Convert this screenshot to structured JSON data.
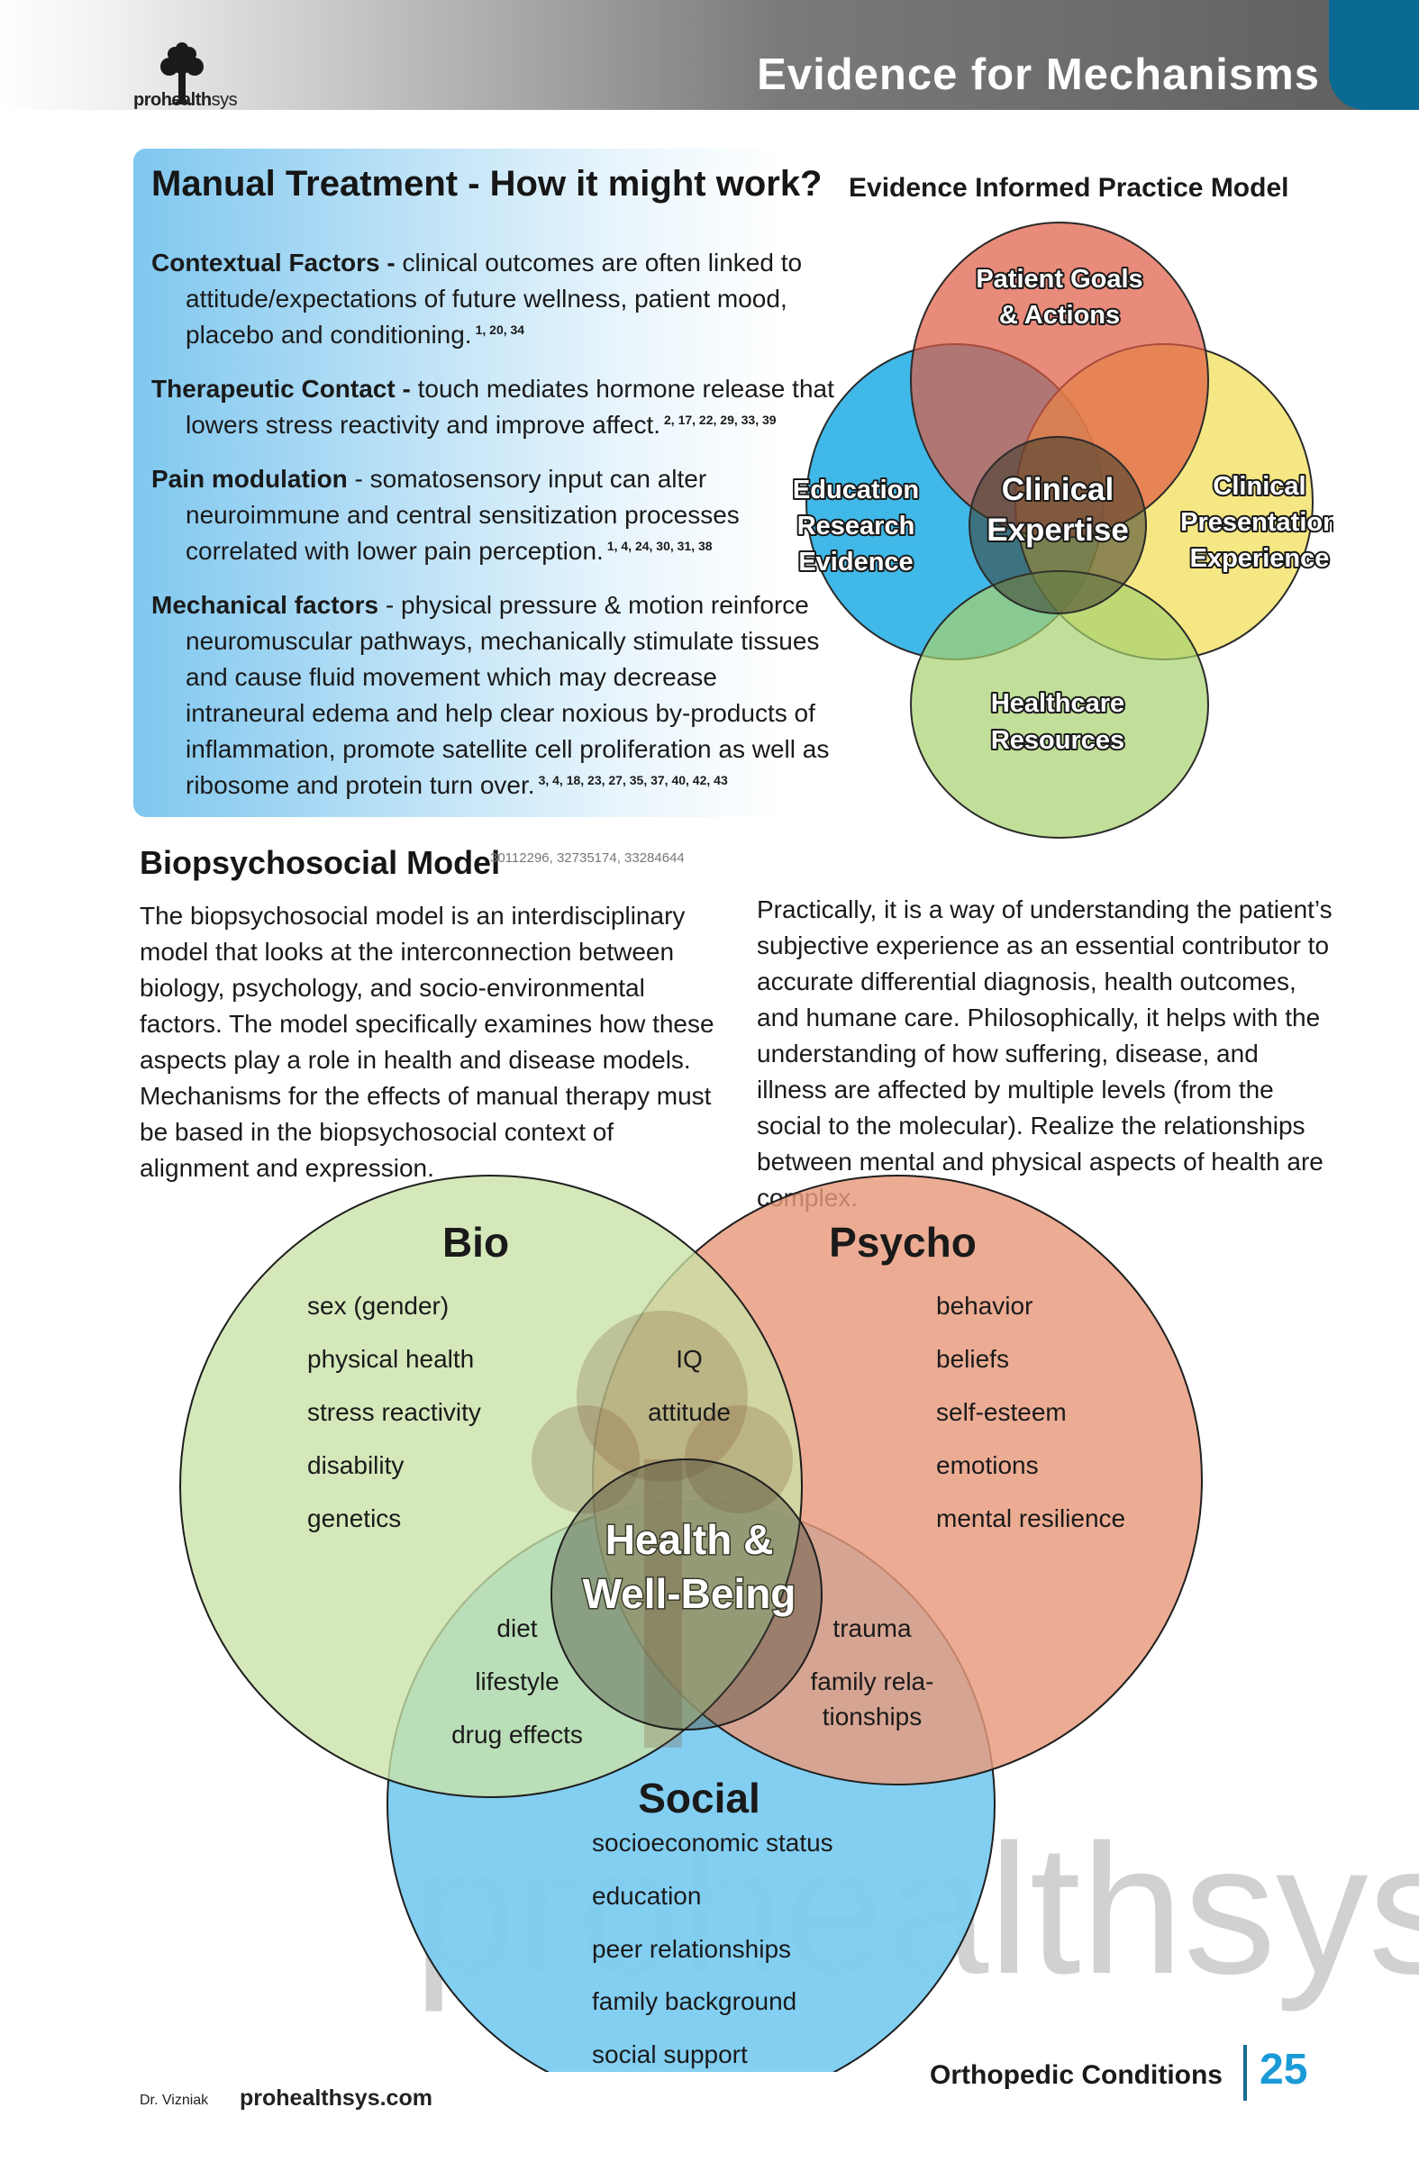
{
  "header": {
    "title": "Evidence for Mechanisms",
    "logo_text_bold": "prohealth",
    "logo_text": "sys"
  },
  "manual_treatment": {
    "title": "Manual Treatment - How it might work?",
    "items": [
      {
        "label": "Contextual Factors -",
        "text": " clinical outcomes are often linked to attitude/expectations of future wellness, patient mood, placebo and conditioning.",
        "refs": "1, 20, 34"
      },
      {
        "label": "Therapeutic Contact -",
        "text": " touch mediates hormone release that lowers stress reactivity and improve affect.",
        "refs": "2, 17, 22, 29, 33, 39"
      },
      {
        "label": "Pain modulation",
        "text": " - somatosensory input can alter neuroimmune and central sensitization processes correlated with lower pain perception.",
        "refs": "1, 4, 24, 30, 31, 38"
      },
      {
        "label": "Mechanical factors",
        "text": " - physical pressure & motion reinforce neuromuscular pathways, mechanically stimulate tissues and cause fluid movement which may decrease intraneural edema and help clear noxious by-products of inflammation, promote satellite cell proliferation as well as ribosome and protein turn over.",
        "refs": "3, 4, 18, 23, 27, 35, 37, 40, 42, 43"
      }
    ]
  },
  "evidence_model": {
    "title": "Evidence Informed Practice Model",
    "top": [
      "Patient Goals",
      "& Actions"
    ],
    "left": [
      "Education",
      "Research",
      "Evidence"
    ],
    "right": [
      "Clinical",
      "Presentation",
      "Experience"
    ],
    "bottom": [
      "Healthcare",
      "Resources"
    ],
    "center": [
      "Clinical",
      "Expertise"
    ],
    "colors": {
      "top": "#e05a43",
      "left": "#2bb0e6",
      "right": "#f1df5a",
      "bottom": "#a6d16e"
    }
  },
  "biopsychosocial": {
    "title": "Biopsychosocial Model",
    "refs": "30112296,  32735174, 33284644",
    "para1": "The biopsychosocial model is an interdisciplinary model that looks at the interconnection between biology, psychology, and socio-environmental factors. The model specifically examines how these aspects play a role in health and disease models. Mechanisms for the effects of manual therapy must be based in the biopsychosocial context of alignment and expression.",
    "para2": "Practically, it is a way of understanding the patient’s subjective experience as an essential contributor to accurate differential diagnosis, health outcomes, and humane care. Philosophically, it helps with the understanding of how suffering, disease, and illness are affected by multiple levels (from the social to the molecular). Realize the relationships between mental and physical aspects of health are complex."
  },
  "venn": {
    "bio": {
      "label": "Bio",
      "items": [
        "sex (gender)",
        "physical health",
        "stress reactivity",
        "disability",
        "genetics"
      ]
    },
    "psycho": {
      "label": "Psycho",
      "items": [
        "behavior",
        "beliefs",
        "self-esteem",
        "emotions",
        "mental resilience"
      ]
    },
    "social": {
      "label": "Social",
      "items": [
        "socioeconomic status",
        "education",
        "peer relationships",
        "family background",
        "social support"
      ]
    },
    "bio_psycho": [
      "IQ",
      "attitude"
    ],
    "bio_social": [
      "diet",
      "lifestyle",
      "drug effects"
    ],
    "psycho_social": [
      "trauma",
      "family rela-",
      "tionships"
    ],
    "center": [
      "Health &",
      "Well-Being"
    ],
    "watermark": "prohealthsys",
    "colors": {
      "bio": "#c9e2a6",
      "psycho": "#e89a7d",
      "social": "#7cccf1"
    }
  },
  "footer": {
    "author": "Dr. Vizniak",
    "site": "prohealthsys.com",
    "category": "Orthopedic Conditions",
    "page": "25"
  }
}
